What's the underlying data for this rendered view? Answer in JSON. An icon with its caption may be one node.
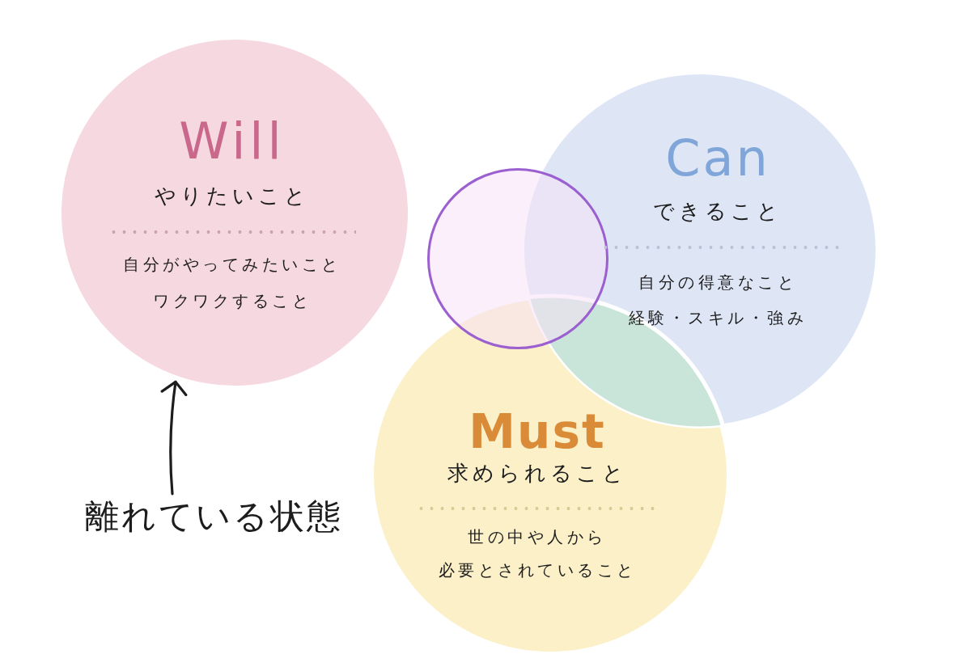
{
  "diagram": {
    "nodes": [
      {
        "text": [
          "Will",
          "やりたいこと",
          "自分がやってみたいこと",
          "ワクワクすること"
        ]
      },
      {
        "text": [
          "Can",
          "できること",
          "自分の得意なこと",
          "経験・スキル・強み"
        ]
      },
      {
        "text": [],
        "shape": "circle"
      },
      {
        "text": [
          "Must",
          "求められること",
          "世の中や人から",
          "必要とされていること"
        ]
      },
      {
        "text": [
          "離れている状態"
        ]
      }
    ],
    "edges": [
      {
        "from": 4,
        "to": 0,
        "arrow": "to"
      }
    ]
  }
}
